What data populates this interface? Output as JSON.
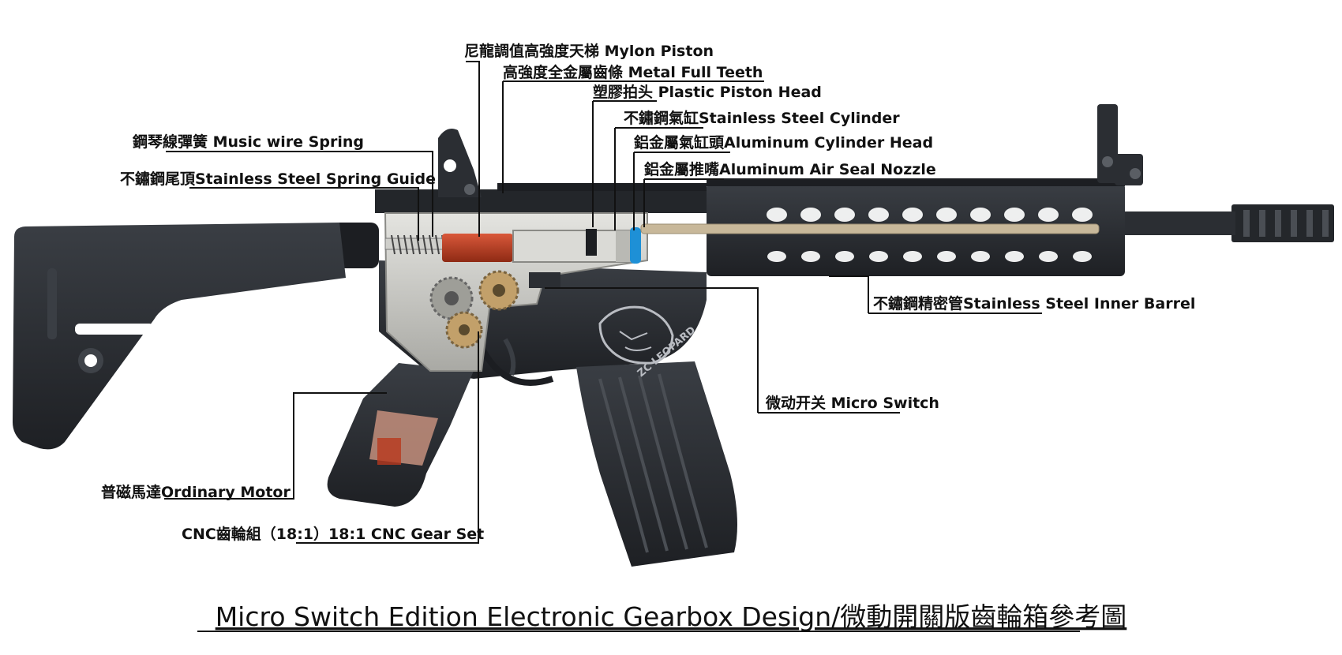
{
  "labels": {
    "mylon_piston": "尼龍調值高強度天梯 Mylon Piston",
    "metal_full_teeth": "高強度全金屬齒條 Metal Full Teeth",
    "plastic_piston_head": "塑膠拍头  Plastic Piston Head",
    "stainless_cylinder": "不鏽鋼氣缸Stainless Steel Cylinder",
    "aluminum_cylinder_head": "鋁金屬氣缸頭Aluminum Cylinder Head",
    "aluminum_nozzle": "鋁金屬推嘴Aluminum Air Seal Nozzle",
    "music_wire_spring": "鋼琴線彈簧 Music wire Spring",
    "spring_guide": "不鏽鋼尾頂Stainless Steel Spring Guide",
    "inner_barrel": "不鏽鋼精密管Stainless Steel Inner Barrel",
    "micro_switch": "微动开关 Micro Switch",
    "ordinary_motor": "普磁馬達Ordinary Motor",
    "gear_set": "CNC齒輪組（18:1）18:1 CNC Gear Set"
  },
  "logo_text": "ZC LEOPARD",
  "caption": "Micro Switch Edition Electronic Gearbox Design/微動開關版齒輪箱參考圖",
  "colors": {
    "rifle_body": "#2b2e33",
    "rifle_dark": "#1c1e22",
    "gearbox_metal": "#c9c9c4",
    "piston_red": "#b8381e",
    "nozzle_blue": "#1e90d6",
    "barrel_tan": "#c8b89a"
  }
}
